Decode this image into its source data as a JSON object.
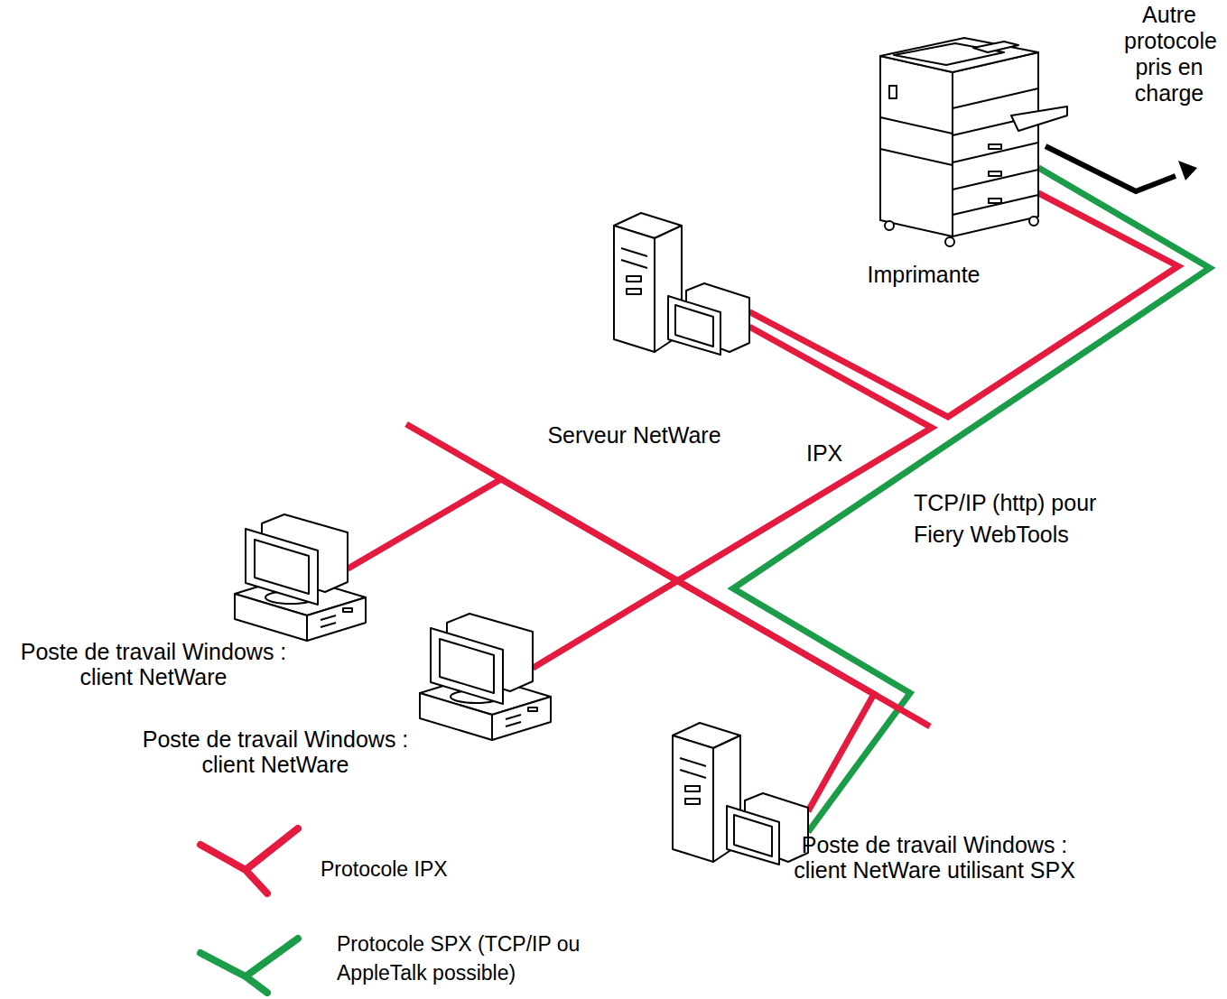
{
  "diagram": {
    "nodes": [
      {
        "text": [
          "Imprimante"
        ]
      },
      {
        "text": [
          "Serveur NetWare"
        ]
      },
      {
        "text": [
          "Poste de travail Windows : client NetWare"
        ]
      },
      {
        "text": [
          "Poste de travail Windows : client NetWare"
        ]
      },
      {
        "text": [
          "Poste de travail Windows : client NetWare utilisant SPX"
        ]
      }
    ],
    "edges": [
      {
        "from": 1,
        "to": 0,
        "arrow": "none"
      },
      {
        "from": 3,
        "to": 1,
        "label": "IPX",
        "arrow": "none"
      },
      {
        "from": 2,
        "to": 4,
        "arrow": "none"
      },
      {
        "from": 4,
        "to": 0,
        "label": "TCP/IP (http) pour Fiery WebTools",
        "arrow": "none"
      }
    ],
    "labels": [
      "Autre protocole pris en charge"
    ],
    "legend": [
      {
        "text": "Protocole IPX"
      },
      {
        "text": "Protocole SPX (TCP/IP ou AppleTalk possible)"
      }
    ]
  }
}
